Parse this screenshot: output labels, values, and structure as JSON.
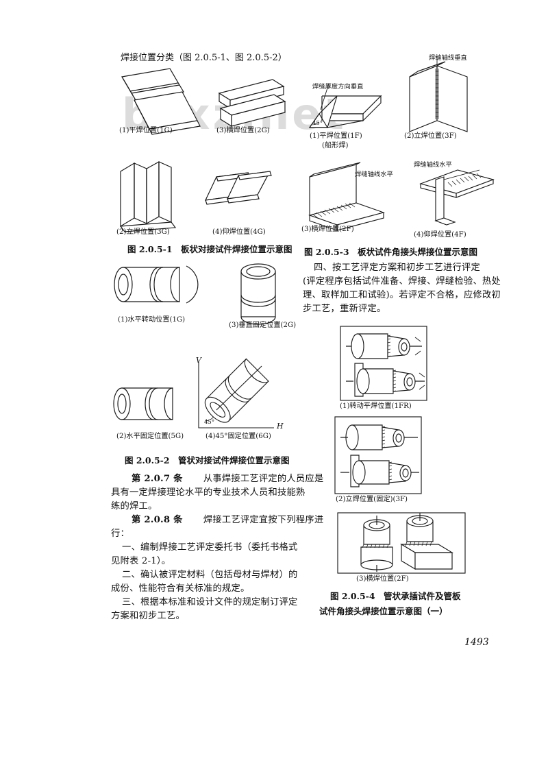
{
  "page": {
    "number": "1493",
    "watermark": "bzxz.net"
  },
  "heading": "焊接位置分类（图 2.0.5-1、图 2.0.5-2）",
  "figures": {
    "fig_1": {
      "caption": "图 2.0.5-1　板状对接试件焊接位置示意图",
      "items": [
        {
          "label": "(1)平焊位置(1G)"
        },
        {
          "label": "(3)横焊位置(2G)"
        },
        {
          "label": "(2)立焊位置(3G)"
        },
        {
          "label": "(4)仰焊位置(4G)"
        }
      ]
    },
    "fig_2": {
      "caption": "图 2.0.5-2　管状对接试件焊接位置示意图",
      "items": [
        {
          "label": "(1)水平转动位置(1G)"
        },
        {
          "label": "(3)垂直固定位置(2G)"
        },
        {
          "label": "(2)水平固定位置(5G)"
        },
        {
          "label": "(4)45°固定位置(6G)"
        }
      ],
      "axis_v": "V",
      "axis_h": "H",
      "angle": "45°"
    },
    "fig_3": {
      "caption": "图 2.0.5-3　板状试件角接头焊接位置示意图",
      "items": [
        {
          "label": "(1)平焊位置(1F)",
          "sub": "(船形焊)",
          "note": "焊缝厚度方向垂直",
          "angle": "45°"
        },
        {
          "label": "(2)立焊位置(3F)",
          "note": "焊缝轴线垂直"
        },
        {
          "label": "(3)横焊位置(2F)",
          "note": "焊缝轴线水平"
        },
        {
          "label": "(4)仰焊位置(4F)",
          "note": "焊缝轴线水平"
        }
      ]
    },
    "fig_4": {
      "caption_line1": "图 2.0.5-4　管状承插试件及管板",
      "caption_line2": "试件角接头焊接位置示意图（一）",
      "items": [
        {
          "label": "(1)转动平焊位置(1FR)"
        },
        {
          "label": "(2)立焊位置(固定)(3F)"
        },
        {
          "label": "(3)横焊位置(2F)"
        }
      ]
    }
  },
  "text": {
    "section_four": [
      "四、按工艺评定方案和初步工艺进行评定",
      "(评定程序包括试件准备、焊接、焊缝检验、热处",
      "理、取样加工和试验)。若评定不合格，应修改初",
      "步工艺，重新评定。"
    ],
    "clause_207": {
      "marker": "第 2.0.7 条",
      "lines": [
        "　　　 从事焊接工艺评定的人员应是",
        "具有一定焊接理论水平的专业技术人员和技能熟",
        "练的焊工。"
      ]
    },
    "clause_208": {
      "marker": "第 2.0.8 条",
      "lines": [
        "　　　 焊接工艺评定宜按下列程序进",
        "行："
      ]
    },
    "items": [
      [
        "一、编制焊接工艺评定委托书（委托书格式",
        "见附表 2-1）。"
      ],
      [
        "二、确认被评定材料（包括母材与焊材）的",
        "成份、性能符合有关标准的规定。"
      ],
      [
        "三、根据本标准和设计文件的规定制订评定",
        "方案和初步工艺。"
      ]
    ]
  }
}
